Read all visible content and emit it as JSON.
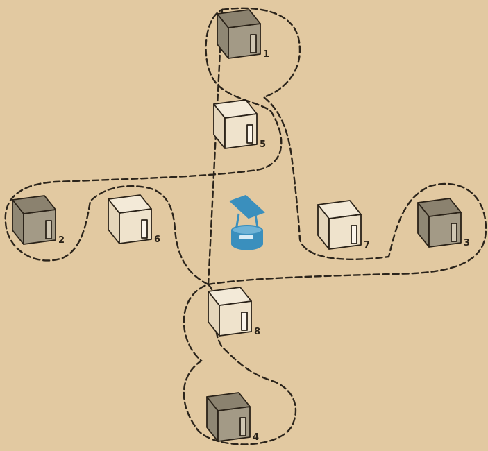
{
  "colors": {
    "background": "#e2c9a1",
    "ink": "#2a2218",
    "shaded_house": "#a39a86",
    "plain_house": "#efe3cc",
    "well_blue": "#3a8fbd",
    "path_stroke": "#2b241b"
  },
  "houses": [
    {
      "label": "1",
      "shaded": true
    },
    {
      "label": "2",
      "shaded": true
    },
    {
      "label": "3",
      "shaded": true
    },
    {
      "label": "4",
      "shaded": true
    },
    {
      "label": "5",
      "shaded": false
    },
    {
      "label": "6",
      "shaded": false
    },
    {
      "label": "7",
      "shaded": false
    },
    {
      "label": "8",
      "shaded": false
    }
  ],
  "icons": {
    "house": "house-icon",
    "well": "well-icon"
  }
}
